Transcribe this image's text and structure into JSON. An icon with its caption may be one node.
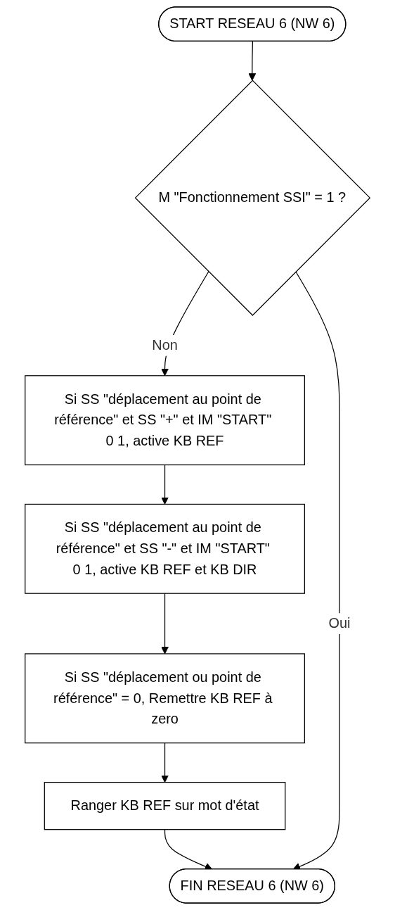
{
  "diagram": {
    "nodes": [
      {
        "text": [
          "START RESEAU 6 (NW 6)"
        ]
      },
      {
        "text": [
          "M \"Fonctionnement SSI\" = 1 ?"
        ]
      },
      {
        "text": [
          "Si SS \"déplacement au point de référence\" et SS \"+\" et IM \"START\" 0 1, active KB REF"
        ]
      },
      {
        "text": [
          "Si SS \"déplacement au point de référence\" et SS \"-\" et IM \"START\" 0 1, active KB REF et KB DIR"
        ]
      },
      {
        "text": [
          "Si SS \"déplacement ou point de référence\" = 0, Remettre KB REF à zero"
        ]
      },
      {
        "text": [
          "Ranger KB REF sur mot d'état"
        ]
      },
      {
        "text": [
          "FIN RESEAU 6 (NW 6)"
        ]
      }
    ],
    "edges": [
      {
        "from": 0,
        "to": 1,
        "arrow": "to"
      },
      {
        "from": 1,
        "to": 2,
        "label": "Non",
        "arrow": "to"
      },
      {
        "from": 2,
        "to": 3,
        "arrow": "to"
      },
      {
        "from": 3,
        "to": 4,
        "arrow": "to"
      },
      {
        "from": 4,
        "to": 5,
        "arrow": "to"
      },
      {
        "from": 5,
        "to": 6,
        "arrow": "to"
      },
      {
        "from": 1,
        "to": 6,
        "label": "Oui",
        "arrow": "to"
      }
    ]
  }
}
